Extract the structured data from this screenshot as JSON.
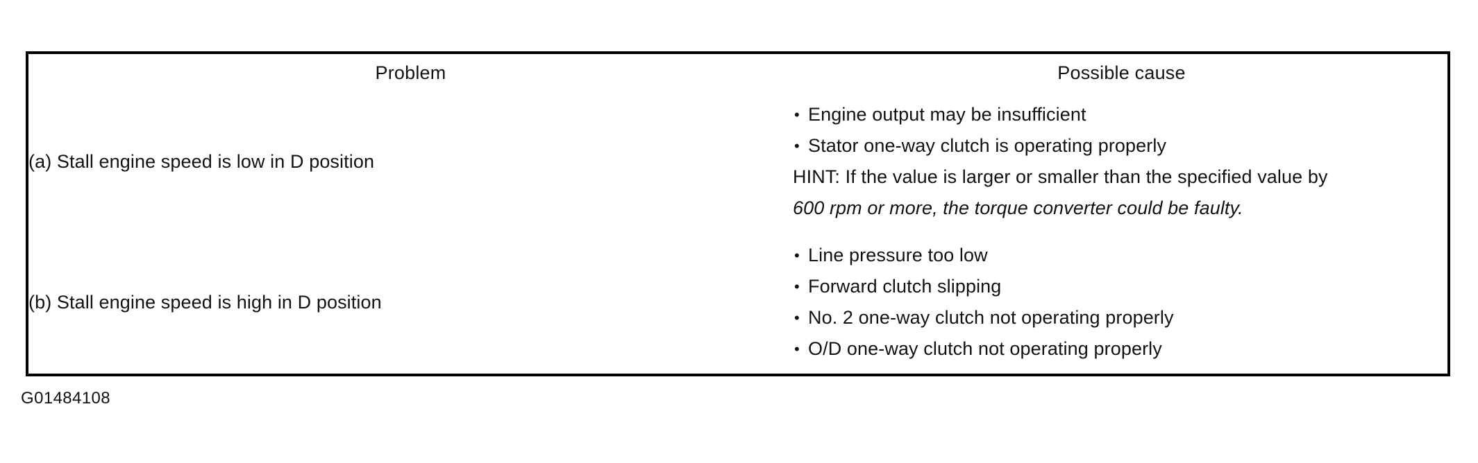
{
  "figure": {
    "caption_id": "G01484108"
  },
  "table": {
    "columns": [
      {
        "key": "problem",
        "header": "Problem"
      },
      {
        "key": "cause",
        "header": "Possible cause"
      }
    ],
    "rows": [
      {
        "problem": "(a) Stall engine speed is low in D position",
        "causes": [
          {
            "style": "bulleted",
            "text": "Engine output may be insufficient"
          },
          {
            "style": "bulleted",
            "text": "Stator one-way clutch is operating properly"
          },
          {
            "style": "plain",
            "text": "HINT: If the value is larger or smaller than the specified value by"
          },
          {
            "style": "italicnote",
            "text": "600 rpm or more, the torque converter could be faulty."
          }
        ]
      },
      {
        "problem": "(b) Stall engine speed is high in D position",
        "causes": [
          {
            "style": "bulleted",
            "text": "Line pressure too low"
          },
          {
            "style": "bulleted",
            "text": "Forward clutch slipping"
          },
          {
            "style": "bulleted",
            "text": "No. 2 one-way clutch not operating properly"
          },
          {
            "style": "bulleted",
            "text": "O/D one-way clutch not operating properly"
          }
        ]
      }
    ]
  },
  "colors": {
    "text": "#111111",
    "border": "#000000",
    "background": "#ffffff"
  }
}
